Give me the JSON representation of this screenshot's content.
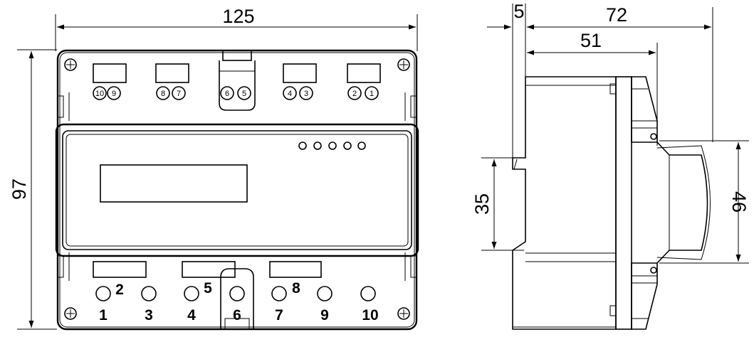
{
  "dimensions": {
    "width": "125",
    "height": "97",
    "side_offset": "5",
    "side_depth": "72",
    "side_mid": "51",
    "rail": "35",
    "module_depth": "46"
  },
  "top_terminals": [
    {
      "left": "10",
      "right": "9"
    },
    {
      "left": "8",
      "right": "7"
    },
    {
      "left": "6",
      "right": "5"
    },
    {
      "left": "4",
      "right": "3"
    },
    {
      "left": "2",
      "right": "1"
    }
  ],
  "bottom_labels_upper": [
    "2",
    "5",
    "8"
  ],
  "bottom_labels_lower": [
    "1",
    "3",
    "4",
    "6",
    "7",
    "9",
    "10"
  ]
}
